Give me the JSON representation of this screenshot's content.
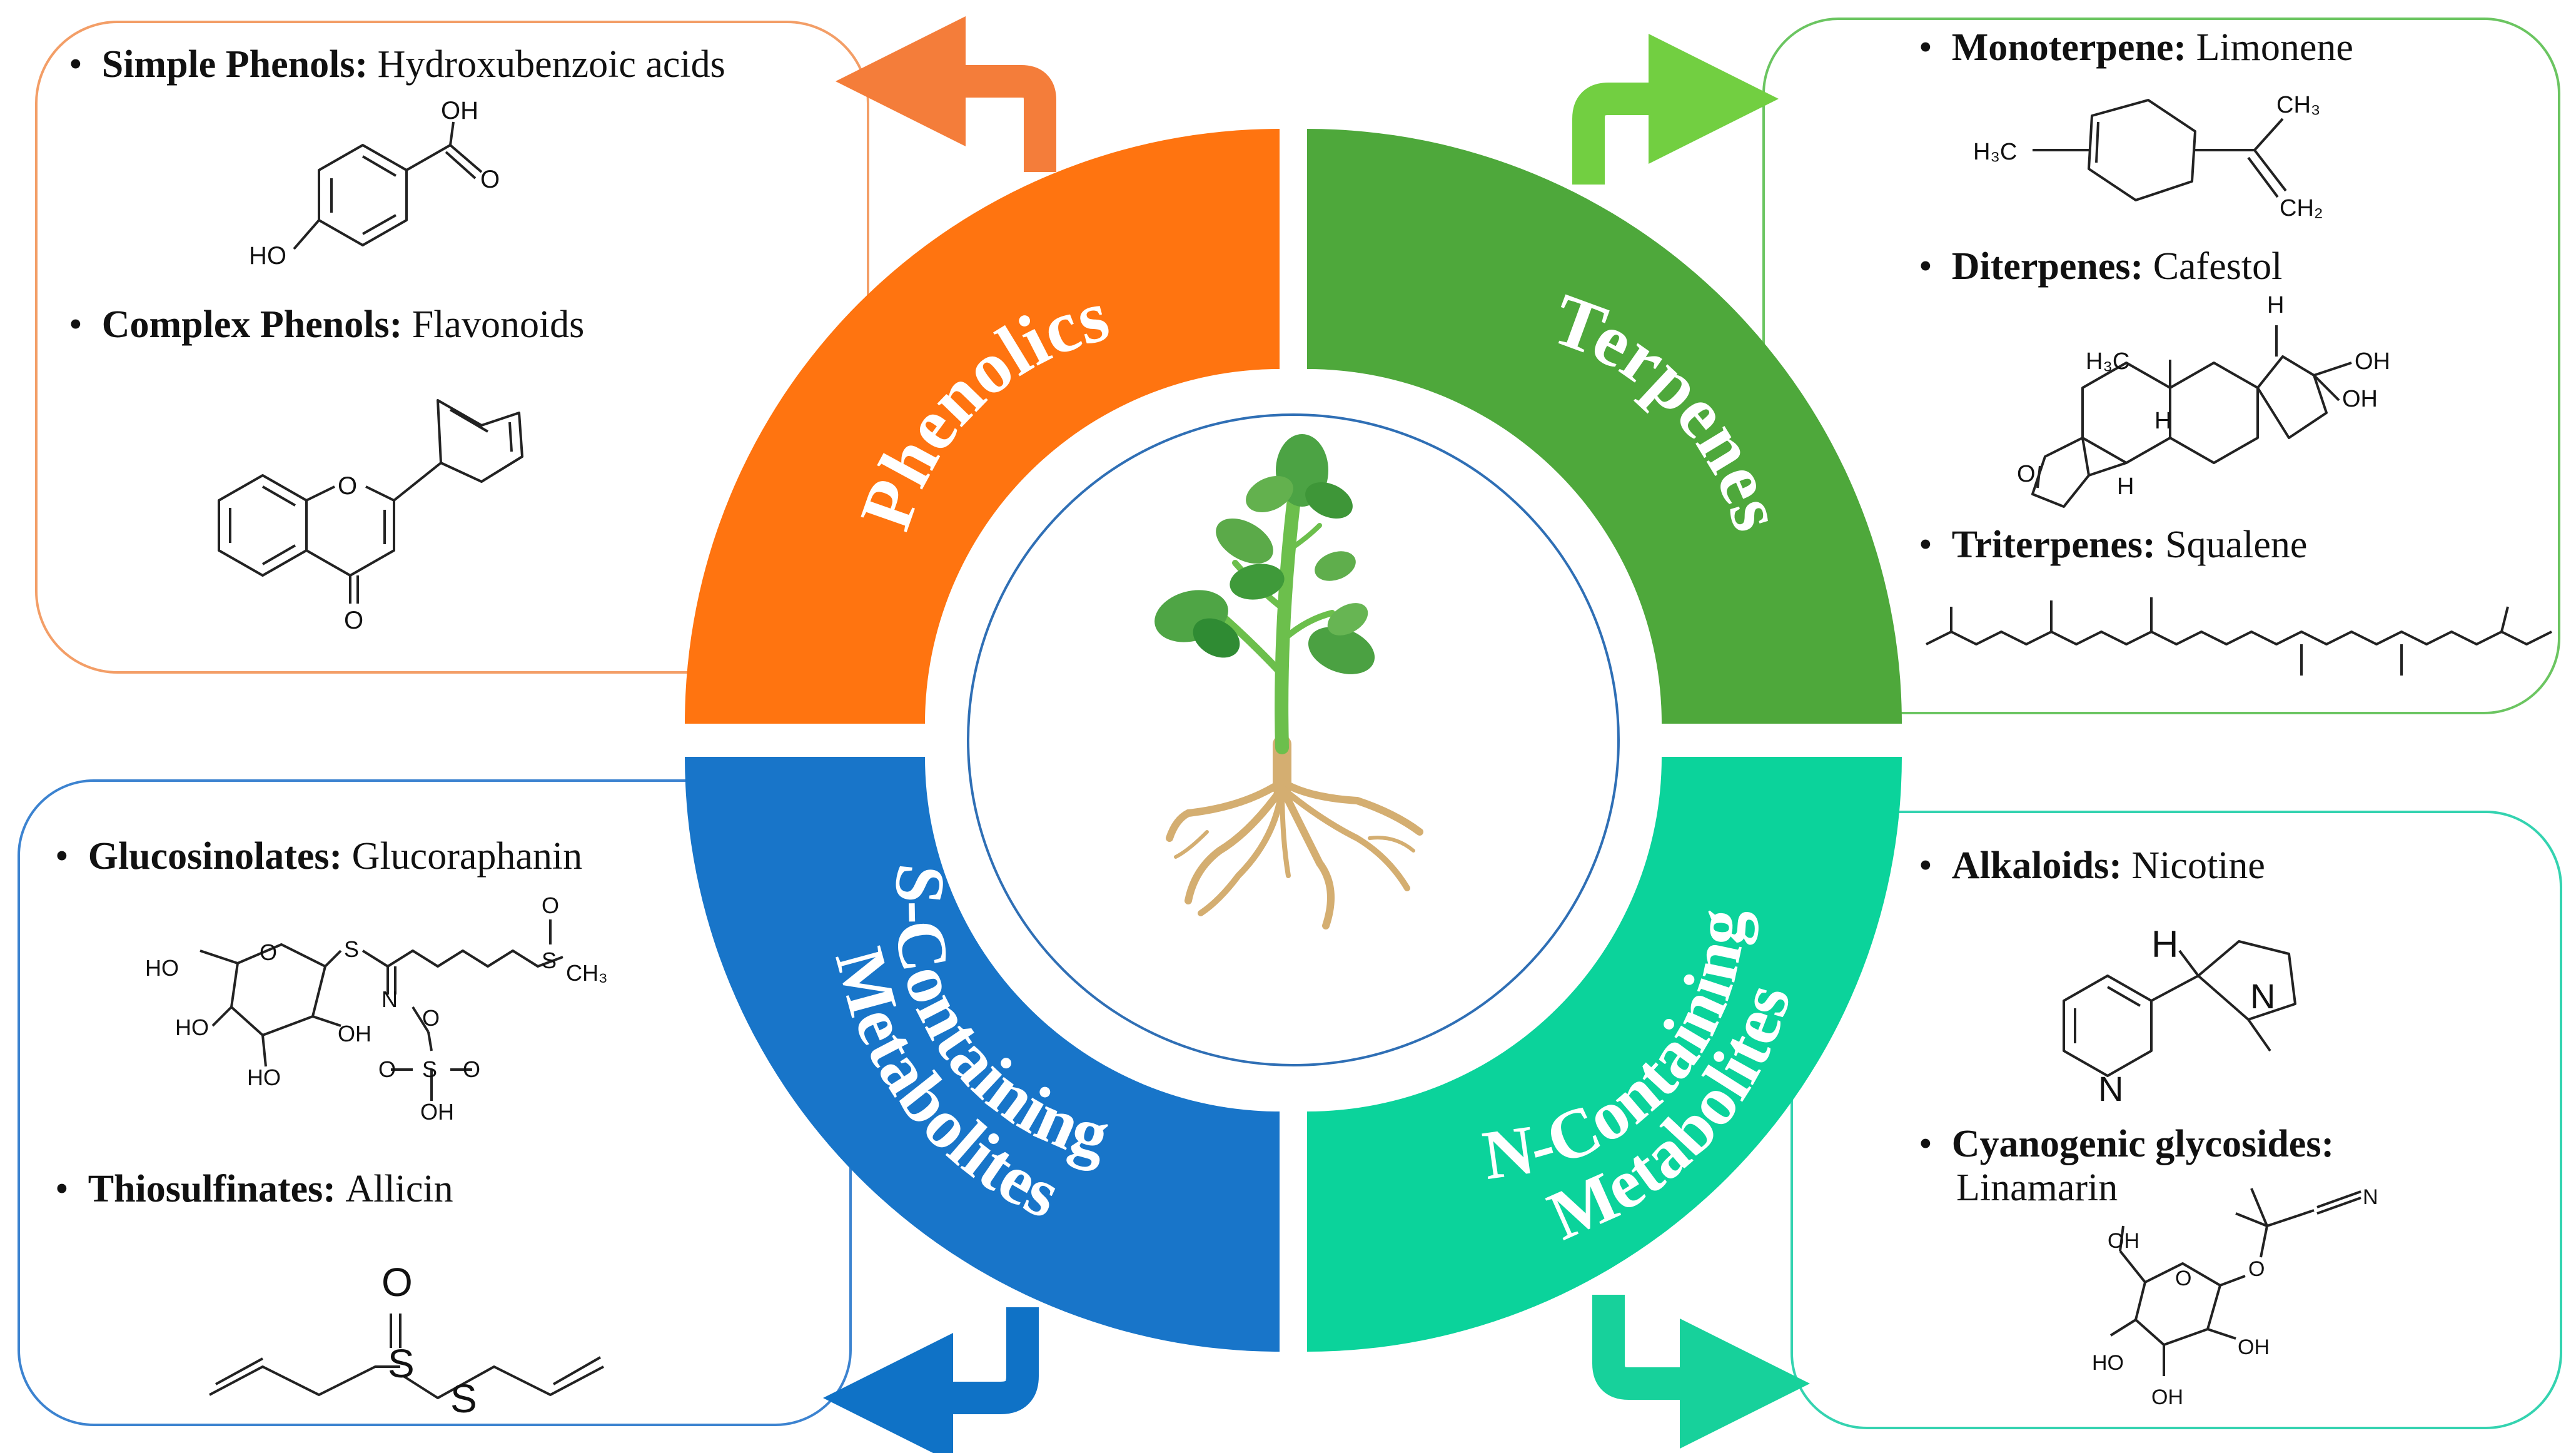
{
  "colors": {
    "phenolics": "#FF7410",
    "terpenes": "#4EA83B",
    "s_containing": "#1875C9",
    "n_containing": "#0BD39B",
    "arrow_orange": "#F47D3A",
    "arrow_green": "#72CF41",
    "arrow_blue": "#0F72C6",
    "arrow_teal": "#17D19B",
    "panel_orange": "#F39E67",
    "panel_green": "#6BC561",
    "panel_blue": "#3C83D0",
    "panel_teal": "#34D3B0",
    "stem": "#6CBF4C",
    "root": "#D4AE71"
  },
  "center_icon": "plant-with-roots-icon",
  "segments": {
    "phenolics": "Phenolics",
    "terpenes": "Terpenes",
    "s_line1": "S-Containing",
    "s_line2": "Metabolites",
    "n_line1": "N-Containing",
    "n_line2": "Metabolites"
  },
  "phenolics_panel": {
    "item1_class": "Simple Phenols:",
    "item1_example": "Hydroxubenzoic acids",
    "item2_class": "Complex Phenols:",
    "item2_example": "Flavonoids",
    "atoms": {
      "oh": "OH",
      "o": "O",
      "ho": "HO"
    }
  },
  "terpenes_panel": {
    "item1_class": "Monoterpene:",
    "item1_example": "Limonene",
    "item2_class": "Diterpenes:",
    "item2_example": "Cafestol",
    "item3_class": "Triterpenes:",
    "item3_example": "Squalene",
    "atoms": {
      "h3c": "H₃C",
      "ch3": "CH₃",
      "ch2": "CH₂",
      "h": "H",
      "oh": "OH",
      "o": "O"
    }
  },
  "s_panel": {
    "item1_class": "Glucosinolates:",
    "item1_example": "Glucoraphanin",
    "item2_class": "Thiosulfinates:",
    "item2_example": "Allicin",
    "atoms": {
      "ho": "HO",
      "oh": "OH",
      "s": "S",
      "o": "O",
      "n": "N",
      "ch3": "CH₃"
    }
  },
  "n_panel": {
    "item1_class": "Alkaloids:",
    "item1_example": "Nicotine",
    "item2_class": "Cyanogenic glycosides:",
    "item2_example": "Linamarin",
    "atoms": {
      "h": "H",
      "n": "N",
      "oh": "OH",
      "ho": "HO",
      "o": "O"
    }
  }
}
